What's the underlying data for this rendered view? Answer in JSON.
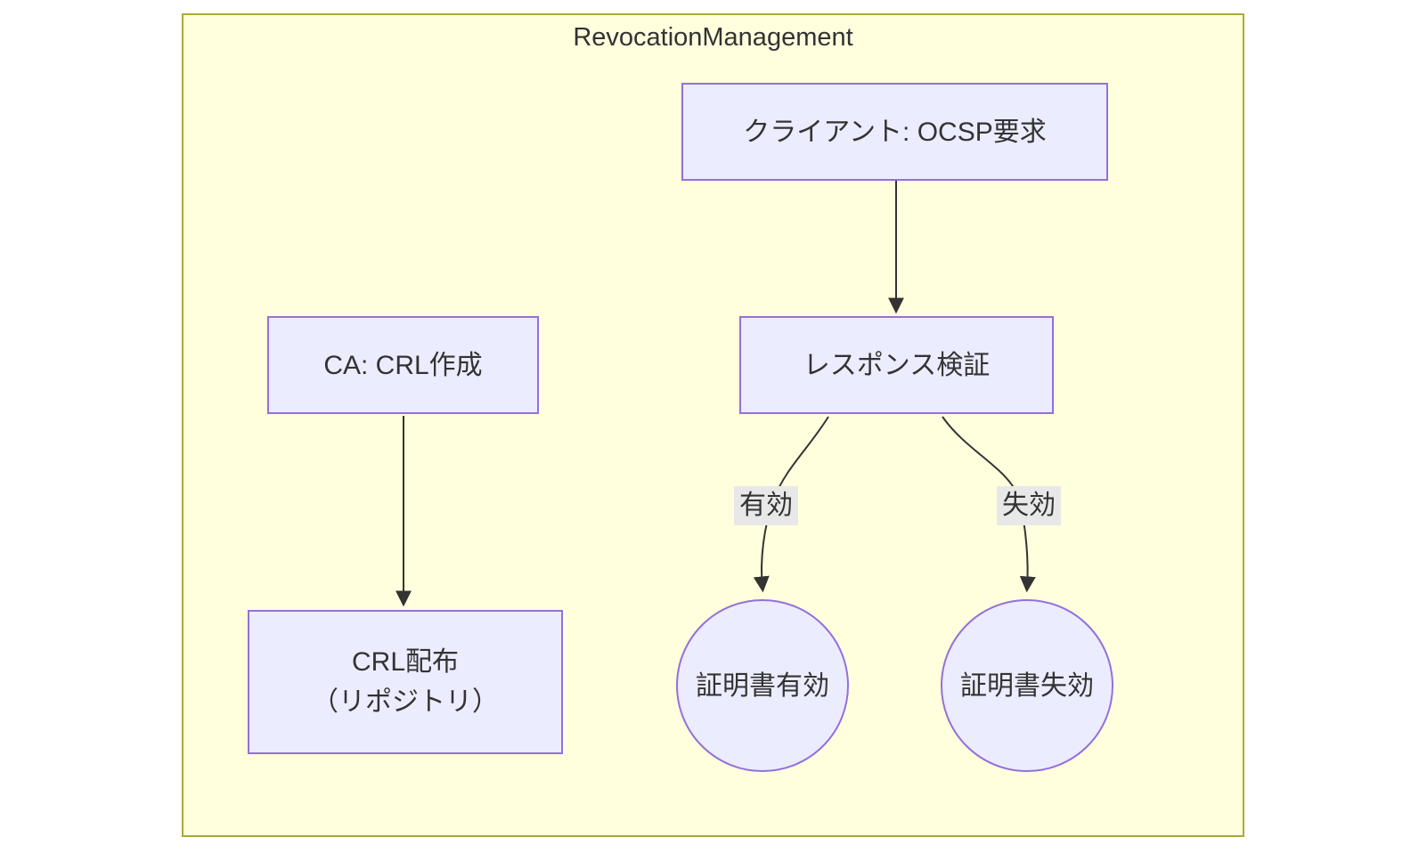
{
  "diagram": {
    "type": "flowchart",
    "cluster": {
      "title": "RevocationManagement"
    },
    "nodes": {
      "client": {
        "label": "クライアント: OCSP要求",
        "shape": "rect"
      },
      "verify": {
        "label": "レスポンス検証",
        "shape": "rect"
      },
      "ca": {
        "label": "CA: CRL作成",
        "shape": "rect"
      },
      "crl_dist": {
        "line1": "CRL配布",
        "line2": "（リポジトリ）",
        "shape": "rect"
      },
      "cert_valid": {
        "label": "証明書有効",
        "shape": "circle"
      },
      "cert_revoked": {
        "label": "証明書失効",
        "shape": "circle"
      }
    },
    "edges": [
      {
        "from": "client",
        "to": "verify",
        "label": ""
      },
      {
        "from": "verify",
        "to": "cert_valid",
        "label": "有効"
      },
      {
        "from": "verify",
        "to": "cert_revoked",
        "label": "失効"
      },
      {
        "from": "ca",
        "to": "crl_dist",
        "label": ""
      }
    ],
    "colors": {
      "cluster_fill": "#ffffde",
      "cluster_border": "#aaaa33",
      "node_fill": "#ececff",
      "node_border": "#9370db",
      "edge": "#333333",
      "edge_label_bg": "#e8e8e8",
      "text": "#333333",
      "page_bg": "#ffffff"
    }
  }
}
